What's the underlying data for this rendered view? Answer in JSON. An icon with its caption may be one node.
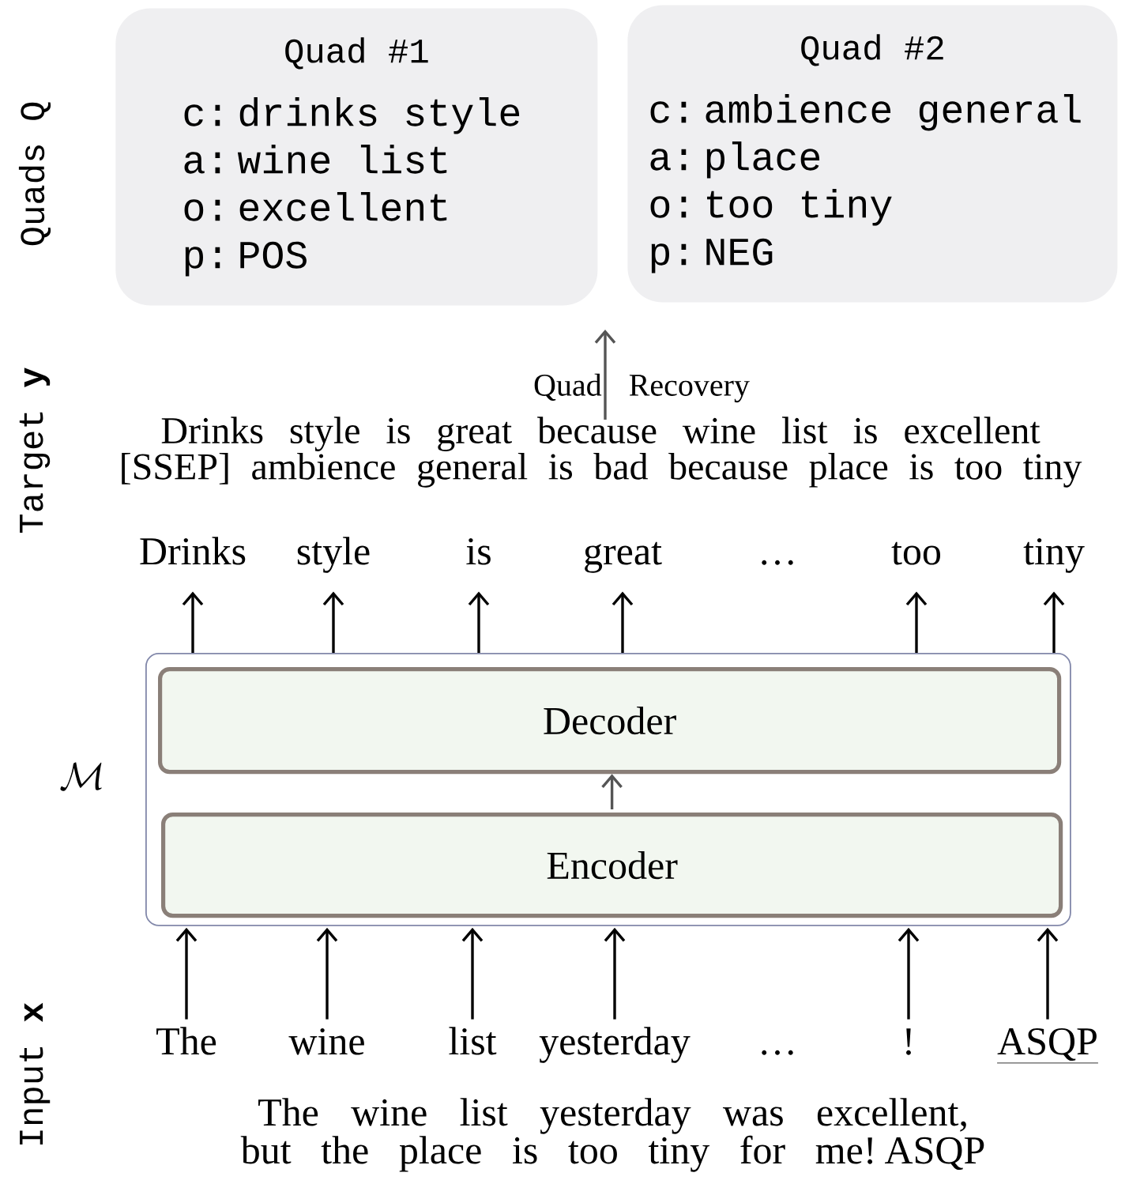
{
  "diagram": {
    "nodes": [
      {
        "text": [
          "Quad #1",
          "c: drinks style",
          "a: wine list",
          "o: excellent",
          "p: POS"
        ]
      },
      {
        "text": [
          "Quad #2",
          "c: ambience general",
          "a: place",
          "o: too tiny",
          "p: NEG"
        ]
      },
      {
        "text": [
          "Drinks style is great because wine list is excellent [SSEP] ambience general is bad because place is too tiny"
        ]
      },
      {
        "text": [
          "Drinks"
        ]
      },
      {
        "text": [
          "style"
        ]
      },
      {
        "text": [
          "is"
        ]
      },
      {
        "text": [
          "great"
        ]
      },
      {
        "text": [
          "…"
        ]
      },
      {
        "text": [
          "too"
        ]
      },
      {
        "text": [
          "tiny"
        ]
      },
      {
        "text": [],
        "shape": "box",
        "beside": [
          "\\mathcal{M}"
        ]
      },
      {
        "text": [
          "Decoder"
        ],
        "in": 10
      },
      {
        "text": [
          "Encoder"
        ],
        "in": 10
      },
      {
        "text": [
          "The"
        ]
      },
      {
        "text": [
          "wine"
        ]
      },
      {
        "text": [
          "list"
        ]
      },
      {
        "text": [
          "yesterday"
        ]
      },
      {
        "text": [
          "…"
        ]
      },
      {
        "text": [
          "!"
        ]
      },
      {
        "text": [
          "ASQP"
        ]
      }
    ],
    "edges": [
      {
        "from": 2,
        "to": null,
        "arrow": "to",
        "label": "Quad Recovery",
        "color": "#555555"
      },
      {
        "from": 10,
        "to": 3,
        "arrow": "to"
      },
      {
        "from": 10,
        "to": 4,
        "arrow": "to"
      },
      {
        "from": 10,
        "to": 5,
        "arrow": "to"
      },
      {
        "from": 10,
        "to": 6,
        "arrow": "to"
      },
      {
        "from": 10,
        "to": 8,
        "arrow": "to"
      },
      {
        "from": 10,
        "to": 9,
        "arrow": "to"
      },
      {
        "from": 12,
        "to": 11,
        "arrow": "to",
        "color": "#555555"
      },
      {
        "from": 13,
        "to": 10,
        "arrow": "to"
      },
      {
        "from": 14,
        "to": 10,
        "arrow": "to"
      },
      {
        "from": 15,
        "to": 10,
        "arrow": "to"
      },
      {
        "from": 16,
        "to": 10,
        "arrow": "to"
      },
      {
        "from": 18,
        "to": 10,
        "arrow": "to"
      },
      {
        "from": 19,
        "to": 10,
        "arrow": "to"
      }
    ],
    "labels": [
      "Quads Q",
      "Target **y**",
      "Input **x**",
      "The wine list yesterday was excellent, but the place is too tiny for me! ASQP"
    ]
  }
}
